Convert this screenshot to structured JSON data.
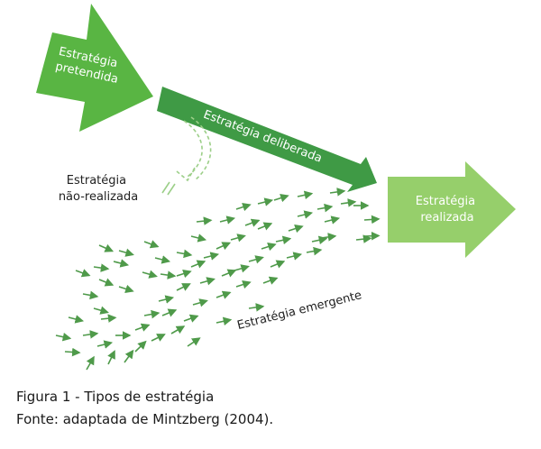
{
  "diagram": {
    "intended": {
      "line1": "Estratégia",
      "line2": "pretendida"
    },
    "deliberate": {
      "label": "Estratégia deliberada"
    },
    "unrealized": {
      "line1": "Estratégia",
      "line2": "não-realizada"
    },
    "realized": {
      "line1": "Estratégia",
      "line2": "realizada"
    },
    "emergent": {
      "label": "Estratégia emergente"
    }
  },
  "colors": {
    "intended_fill": "#59b543",
    "deliberate_fill": "#3f9a45",
    "realized_fill": "#96cf6b",
    "emergent_arrow": "#4f9a4a",
    "unrealized_dashed": "#9ccf88"
  },
  "caption": {
    "line1": "Figura 1 - Tipos de estratégia",
    "line2": "Fonte: adaptada de Mintzberg (2004)."
  }
}
